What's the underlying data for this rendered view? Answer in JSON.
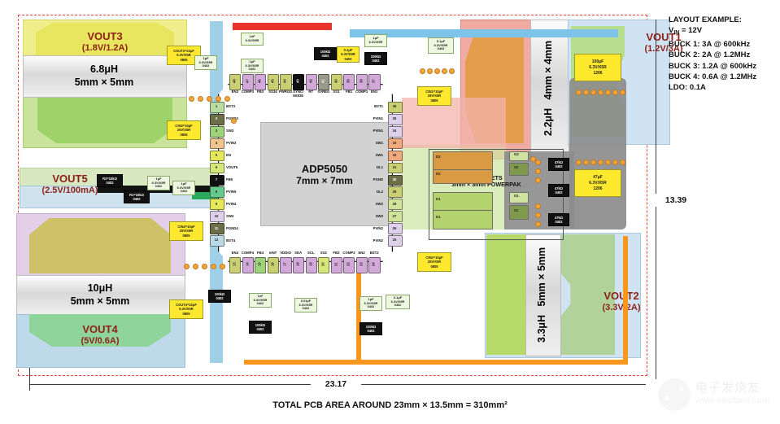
{
  "legend": {
    "title": "LAYOUT EXAMPLE:",
    "lines": [
      "BUCK 1: 3A @ 600kHz",
      "BUCK 2: 2A @ 1.2MHz",
      "BUCK 3: 1.2A @ 600kHz",
      "BUCK 4: 0.6A @ 1.2MHz",
      "LDO: 0.1A"
    ],
    "vin_label": "V",
    "vin_sub": "IN",
    "vin_value": " = 12V"
  },
  "ic": {
    "name": "ADP5050",
    "size": "7mm × 7mm",
    "pins_left": [
      {
        "num": "1",
        "label": "BST3",
        "color": "#b9dca0"
      },
      {
        "num": "2",
        "label": "PGND3",
        "color": "#6e6f4a"
      },
      {
        "num": "3",
        "label": "SW3",
        "color": "#9ed37c"
      },
      {
        "num": "4",
        "label": "PVIN3",
        "color": "#f0c48e"
      },
      {
        "num": "5",
        "label": "EN",
        "color": "#e5e85a"
      },
      {
        "num": "6",
        "label": "VOUT5",
        "color": "#d7e67a"
      },
      {
        "num": "7",
        "label": "FB5",
        "color": "#111111"
      },
      {
        "num": "8",
        "label": "PVIN5",
        "color": "#66c98e"
      },
      {
        "num": "9",
        "label": "PVIN4",
        "color": "#e5e85a"
      },
      {
        "num": "10",
        "label": "SW4",
        "color": "#ded0ea"
      },
      {
        "num": "11",
        "label": "PGND4",
        "color": "#6e6f4a"
      },
      {
        "num": "12",
        "label": "BST4",
        "color": "#bcd9e8"
      }
    ],
    "pins_bottom": [
      {
        "num": "13",
        "label": "EN4",
        "color": "#c9cf72"
      },
      {
        "num": "14",
        "label": "COMP4",
        "color": "#d2a9d8"
      },
      {
        "num": "15",
        "label": "FB4",
        "color": "#9ed37c"
      },
      {
        "num": "16",
        "label": "nINT",
        "color": "#c9cf72"
      },
      {
        "num": "17",
        "label": "VDDIO",
        "color": "#d2a9d8"
      },
      {
        "num": "18",
        "label": "SDA",
        "color": "#d2a9d8"
      },
      {
        "num": "19",
        "label": "SCL",
        "color": "#d2a9d8"
      },
      {
        "num": "20",
        "label": "SS2",
        "color": "#d7e67a"
      },
      {
        "num": "21",
        "label": "FB2",
        "color": "#d2a9d8"
      },
      {
        "num": "22",
        "label": "COMP2",
        "color": "#d2a9d8"
      },
      {
        "num": "23",
        "label": "EN2",
        "color": "#d2a9d8"
      },
      {
        "num": "24",
        "label": "BST2",
        "color": "#d2a9d8"
      }
    ],
    "pins_right": [
      {
        "num": "25",
        "label": "PVIN2",
        "color": "#ded0ea"
      },
      {
        "num": "26",
        "label": "PVIN2",
        "color": "#ded0ea"
      },
      {
        "num": "27",
        "label": "SW2",
        "color": "#cfe39a"
      },
      {
        "num": "28",
        "label": "SW2",
        "color": "#cfe39a"
      },
      {
        "num": "29",
        "label": "DL2",
        "color": "#c9cf72"
      },
      {
        "num": "30",
        "label": "PGND",
        "color": "#6e6f4a"
      },
      {
        "num": "31",
        "label": "DL1",
        "color": "#c9cf72"
      },
      {
        "num": "32",
        "label": "SW1",
        "color": "#f0a97c"
      },
      {
        "num": "33",
        "label": "SW1",
        "color": "#f0a97c"
      },
      {
        "num": "34",
        "label": "PVIN1",
        "color": "#ded0ea"
      },
      {
        "num": "35",
        "label": "PVIN1",
        "color": "#ded0ea"
      },
      {
        "num": "36",
        "label": "BST1",
        "color": "#c9cf72"
      }
    ],
    "pins_top": [
      {
        "num": "48",
        "label": "EN3",
        "color": "#c9cf72"
      },
      {
        "num": "47",
        "label": "COMP3",
        "color": "#d2a9d8"
      },
      {
        "num": "46",
        "label": "FB3",
        "color": "#d2a9d8"
      },
      {
        "num": "45",
        "label": "SS34",
        "color": "#c9cf72"
      },
      {
        "num": "44",
        "label": "PWRGD",
        "color": "#c9cf72"
      },
      {
        "num": "43",
        "label": "SYNC/ MODE",
        "color": "#111111"
      },
      {
        "num": "42",
        "label": "RT",
        "color": "#d2a9d8"
      },
      {
        "num": "41",
        "label": "SVREG",
        "color": "#9a9a8a"
      },
      {
        "num": "40",
        "label": "SS1",
        "color": "#c9cf72"
      },
      {
        "num": "39",
        "label": "FB1",
        "color": "#d2a9d8"
      },
      {
        "num": "38",
        "label": "COMP1",
        "color": "#d2a9d8"
      },
      {
        "num": "37",
        "label": "EN1",
        "color": "#d2a9d8"
      }
    ]
  },
  "rails": [
    {
      "id": "vout3",
      "name": "VOUT3",
      "spec": "(1.8V/1.2A)"
    },
    {
      "id": "vout5",
      "name": "VOUT5",
      "spec": "(2.5V/100mA)"
    },
    {
      "id": "vout4",
      "name": "VOUT4",
      "spec": "(5V/0.6A)"
    },
    {
      "id": "vout1",
      "name": "VOUT1",
      "spec": "(1.2V/3A)"
    },
    {
      "id": "vout2",
      "name": "VOUT2",
      "spec": "(3.3V/2A)"
    }
  ],
  "inductors": [
    {
      "id": "l3",
      "value": "6.8μH",
      "size": "5mm × 5mm"
    },
    {
      "id": "l4",
      "value": "10μH",
      "size": "5mm × 5mm"
    },
    {
      "id": "l1",
      "value": "2.2μH",
      "size": "4mm × 4mm"
    },
    {
      "id": "l2",
      "value": "3.3μH",
      "size": "5mm × 5mm"
    }
  ],
  "components": {
    "cout3": {
      "l1": "COUT3=22μF",
      "l2": "6.3V/X5R",
      "l3": "0805"
    },
    "cin3": {
      "l1": "CIN3=10μF",
      "l2": "25V/X5R",
      "l3": "0805"
    },
    "cin4": {
      "l1": "CIN4=10μF",
      "l2": "25V/X5R",
      "l3": "0805"
    },
    "cout4": {
      "l1": "COUT4=22μF",
      "l2": "6.3V/X5R",
      "l3": "0805"
    },
    "cin1": {
      "l1": "CIN1=10μF",
      "l2": "25V/X5R",
      "l3": "0805"
    },
    "cin2": {
      "l1": "CIN2=10μF",
      "l2": "25V/X5R",
      "l3": "0805"
    },
    "cout1": {
      "l1": "100μF",
      "l2": "6.3V/X5R",
      "l3": "1206"
    },
    "cout2": {
      "l1": "47μF",
      "l2": "6.3V/X5R",
      "l3": "1206"
    },
    "r1": {
      "l1": "R1=10kΩ",
      "l2": "0402"
    },
    "r2": {
      "l1": "R2=10kΩ",
      "l2": "0402"
    },
    "rt": {
      "l1": "100kΩ",
      "l2": "0402"
    },
    "ren": {
      "l1": "100kΩ",
      "l2": "0402"
    },
    "rfb1": {
      "l1": "100kΩ",
      "l2": "0402"
    },
    "rfb2": {
      "l1": "100kΩ",
      "l2": "0402"
    },
    "rfb3": {
      "l1": "100kΩ",
      "l2": "0402"
    },
    "rg1": {
      "l1": "47kΩ",
      "l2": "0402"
    },
    "rg2": {
      "l1": "47kΩ",
      "l2": "0402"
    },
    "rg3": {
      "l1": "47kΩ",
      "l2": "0402"
    },
    "csv": {
      "l1": "1μF",
      "l2": "6.3V/X5R",
      "l3": "0402"
    },
    "cvreg": {
      "l1": "0.1μF",
      "l2": "6.3V/X5R",
      "l3": "0402"
    },
    "cb1": {
      "l1": "1nF",
      "l2": "6.3V/X5R",
      "l3": "0402"
    },
    "cb2": {
      "l1": "1μF",
      "l2": "6.3V/X5R",
      "l3": "0402"
    },
    "cb3": {
      "l1": "1nF",
      "l2": "6.3V/X5R",
      "l3": "0402"
    },
    "cb4": {
      "l1": "0.01μF",
      "l2": "6.3V/X5R",
      "l3": "0402"
    },
    "cb5": {
      "l1": "1μF",
      "l2": "6.3V/X5R",
      "l3": "0402"
    },
    "cb6": {
      "l1": "1μF",
      "l2": "6.3V/X5R",
      "l3": "0402"
    },
    "cb7": {
      "l1": "0.1μF",
      "l2": "6.3V/X5R",
      "l3": "0402"
    },
    "cb8": {
      "l1": "1μF",
      "l2": "6.3V/X5R",
      "l3": "0402"
    }
  },
  "fets": {
    "title": "DUAL NFETS",
    "subtitle": "3mm × 3mm POWERPAK",
    "pins": [
      "D2",
      "D2",
      "D1",
      "D1",
      "G2",
      "S2",
      "G1",
      "S1"
    ]
  },
  "dimensions": {
    "width": "23.17",
    "height": "13.39"
  },
  "caption": "TOTAL PCB AREA AROUND 23mm × 13.5mm = 310mm²",
  "watermark": {
    "cn": "电子发烧友",
    "url": "www.elecfans.com"
  }
}
